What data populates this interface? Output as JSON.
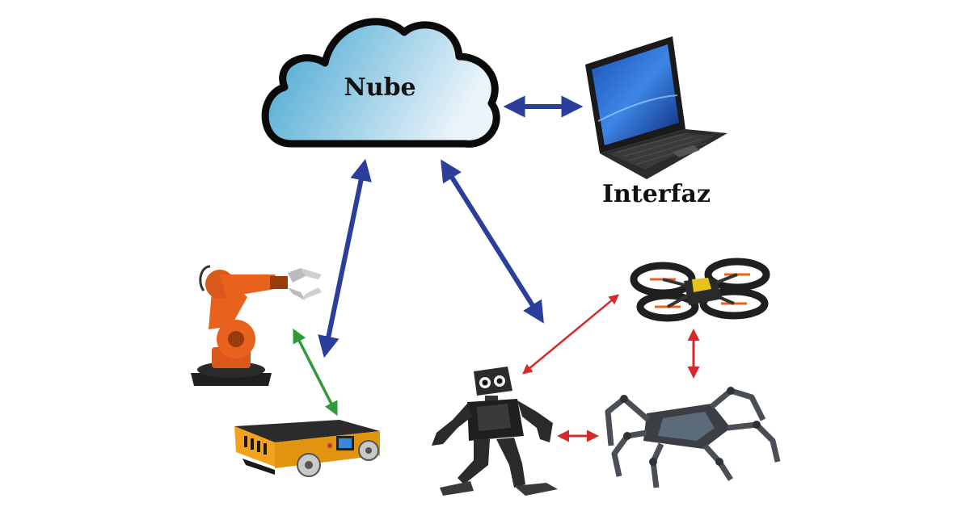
{
  "nodes": {
    "cloud": {
      "label": "Nube",
      "icon": "cloud-icon"
    },
    "interface": {
      "label": "Interfaz",
      "icon": "laptop-icon"
    },
    "robot_arm": {
      "icon": "industrial-robot-arm-icon"
    },
    "agv": {
      "icon": "mobile-platform-icon"
    },
    "humanoid": {
      "icon": "humanoid-robot-icon"
    },
    "drone": {
      "icon": "quadcopter-drone-icon"
    },
    "hexapod": {
      "icon": "hexapod-robot-icon"
    }
  },
  "links": [
    {
      "from": "cloud",
      "to": "interface",
      "color": "#2b3f9a"
    },
    {
      "from": "cloud",
      "to": "robot_arm",
      "color": "#2b3f9a"
    },
    {
      "from": "cloud",
      "to": "humanoid",
      "color": "#2b3f9a"
    },
    {
      "from": "robot_arm",
      "to": "agv",
      "color": "#2e9b3a"
    },
    {
      "from": "humanoid",
      "to": "drone",
      "color": "#d42a2a"
    },
    {
      "from": "humanoid",
      "to": "hexapod",
      "color": "#d42a2a"
    },
    {
      "from": "drone",
      "to": "hexapod",
      "color": "#d42a2a"
    }
  ],
  "colors": {
    "cloud_fill_light": "#eaf4fa",
    "cloud_fill_dark": "#3fa3cf",
    "robot_orange": "#e8621e",
    "agv_orange": "#f2a21c"
  }
}
